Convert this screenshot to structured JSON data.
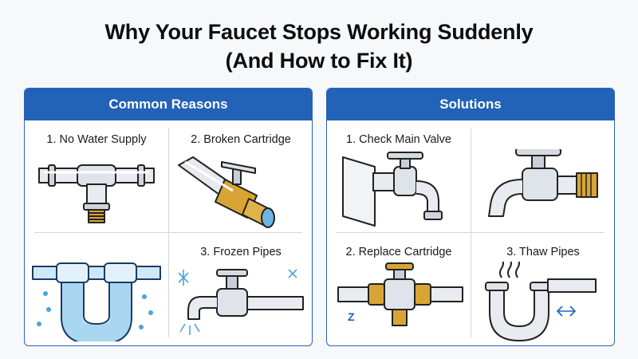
{
  "title": {
    "line1": "Why Your Faucet Stops Working Suddenly",
    "line2": "(And How to Fix It)"
  },
  "reasons": {
    "header": "Common Reasons",
    "items": [
      {
        "label": "1. No Water Supply",
        "icon": "dry-pipe-icon"
      },
      {
        "label": "2. Broken Cartridge",
        "icon": "brass-valve-icon"
      },
      {
        "label": "",
        "icon": "leaking-pipe-icon"
      },
      {
        "label": "3. Frozen Pipes",
        "icon": "frozen-faucet-icon"
      }
    ]
  },
  "solutions": {
    "header": "Solutions",
    "items": [
      {
        "label": "1. Check Main Valve",
        "icon": "wall-valve-icon"
      },
      {
        "label": "",
        "icon": "faucet-icon"
      },
      {
        "label": "2. Replace Cartridge",
        "icon": "inline-valve-icon"
      },
      {
        "label": "3. Thaw Pipes",
        "icon": "warm-pipe-icon"
      }
    ]
  },
  "colors": {
    "header_blue": "#2262b7",
    "pipe_gray": "#e6e9ee",
    "brass": "#d8a534",
    "water_blue": "#a9d7f2"
  }
}
